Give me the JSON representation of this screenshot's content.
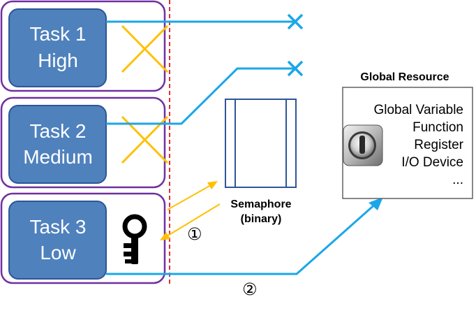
{
  "tasks": [
    {
      "name_line1": "Task 1",
      "name_line2": "High"
    },
    {
      "name_line1": "Task 2",
      "name_line2": "Medium"
    },
    {
      "name_line1": "Task 3",
      "name_line2": "Low"
    }
  ],
  "semaphore": {
    "label_line1": "Semaphore",
    "label_line2": "(binary)"
  },
  "resource": {
    "title": "Global Resource",
    "items": [
      "Global Variable",
      "Function",
      "Register",
      "I/O Device",
      "..."
    ]
  },
  "steps": {
    "step1": "①",
    "step2": "②"
  },
  "colors": {
    "task_fill": "#4f81bd",
    "task_frame": "#7030a0",
    "line": "#1aa7e8",
    "blocked_cross": "#ffc000",
    "divider": "#e03030"
  },
  "icons": {
    "key": "key-icon",
    "lock": "lock-icon",
    "blocked": "cross-icon"
  }
}
